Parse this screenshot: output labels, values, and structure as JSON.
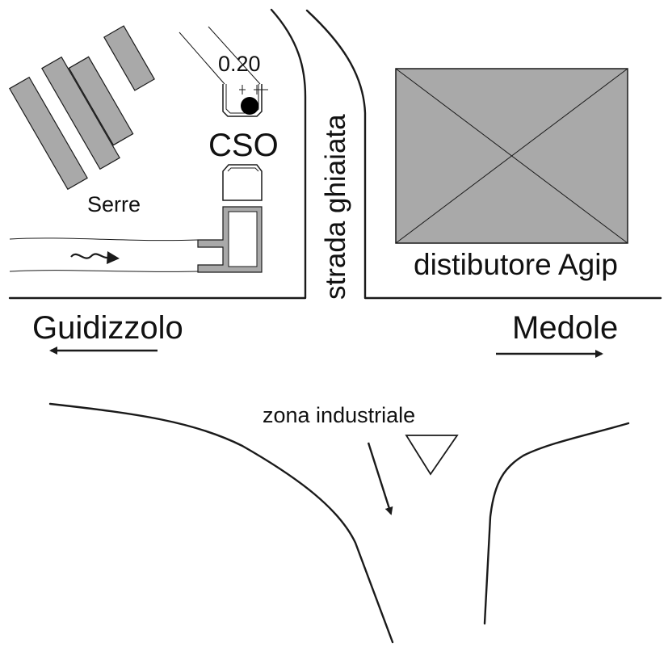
{
  "map": {
    "labels": {
      "dimension": "0.20",
      "cso": "CSO",
      "serre": "Serre",
      "road_vertical": "strada ghiaiata",
      "station": "distibutore Agip",
      "west_destination": "Guidizzolo",
      "east_destination": "Medole",
      "junction_area": "zona industriale"
    },
    "icons": {
      "flow_arrow": "wavy-arrow-right-icon",
      "west_arrow": "arrow-left-icon",
      "east_arrow": "arrow-right-icon",
      "south_arrow": "arrow-down-icon",
      "yield_sign": "yield-triangle-icon"
    },
    "colors": {
      "building_fill": "#a9a9a9",
      "lines": "#1a1a1a",
      "background": "#ffffff"
    }
  }
}
